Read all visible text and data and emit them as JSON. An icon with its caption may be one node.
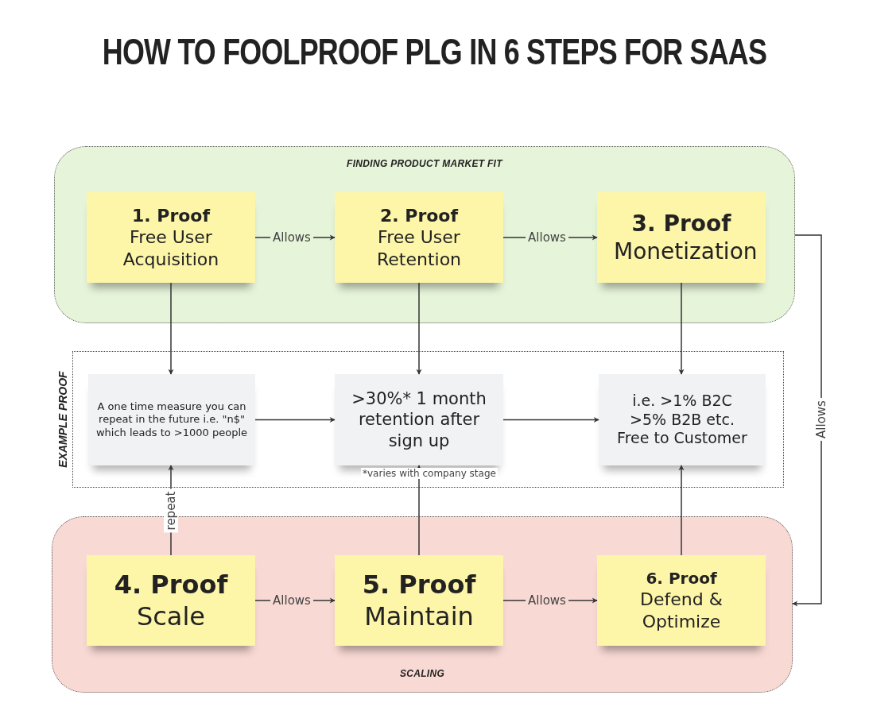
{
  "diagram": {
    "title": "HOW TO FOOLPROOF PLG IN 6 STEPS FOR SAAS",
    "nodes": [
      {
        "text": [
          "FINDING PRODUCT MARKET FIT"
        ]
      },
      {
        "text": [
          "1. Proof",
          "Free User Acquisition"
        ],
        "in": 0
      },
      {
        "text": [
          "2. Proof",
          "Free User Retention"
        ],
        "in": 0
      },
      {
        "text": [
          "3. Proof",
          "Monetization"
        ],
        "in": 0
      },
      {
        "text": [
          "EXAMPLE PROOF"
        ]
      },
      {
        "text": [
          "A one time measure you can repeat in the future i.e. \"n$\" which leads to >1000 people"
        ],
        "in": 4
      },
      {
        "text": [
          ">30%* 1 month retention after sign up"
        ],
        "beside": [
          "*varies with company stage"
        ],
        "in": 4
      },
      {
        "text": [
          "i.e. >1% B2C",
          ">5% B2B etc.",
          "Free to Customer"
        ],
        "in": 4
      },
      {
        "text": [
          "SCALING"
        ]
      },
      {
        "text": [
          "4. Proof",
          "Scale"
        ],
        "in": 8
      },
      {
        "text": [
          "5. Proof",
          "Maintain"
        ],
        "in": 8
      },
      {
        "text": [
          "6. Proof",
          "Defend & Optimize"
        ],
        "in": 8
      }
    ],
    "edges": [
      {
        "from": 1,
        "to": 2,
        "arrow": "to",
        "label": "Allows"
      },
      {
        "from": 2,
        "to": 3,
        "arrow": "to",
        "label": "Allows"
      },
      {
        "from": 1,
        "to": 5,
        "arrow": "to"
      },
      {
        "from": 2,
        "to": 6,
        "arrow": "to"
      },
      {
        "from": 3,
        "to": 7,
        "arrow": "to"
      },
      {
        "from": 5,
        "to": 6,
        "arrow": "to"
      },
      {
        "from": 6,
        "to": 7,
        "arrow": "to"
      },
      {
        "from": 0,
        "to": 8,
        "arrow": "to",
        "label": "Allows"
      },
      {
        "from": 9,
        "to": 5,
        "arrow": "to",
        "label": "repeat"
      },
      {
        "from": 10,
        "to": 6,
        "arrow": "to"
      },
      {
        "from": 11,
        "to": 7,
        "arrow": "to"
      },
      {
        "from": 9,
        "to": 10,
        "arrow": "to",
        "label": "Allows"
      },
      {
        "from": 10,
        "to": 11,
        "arrow": "to",
        "label": "Allows"
      }
    ]
  }
}
